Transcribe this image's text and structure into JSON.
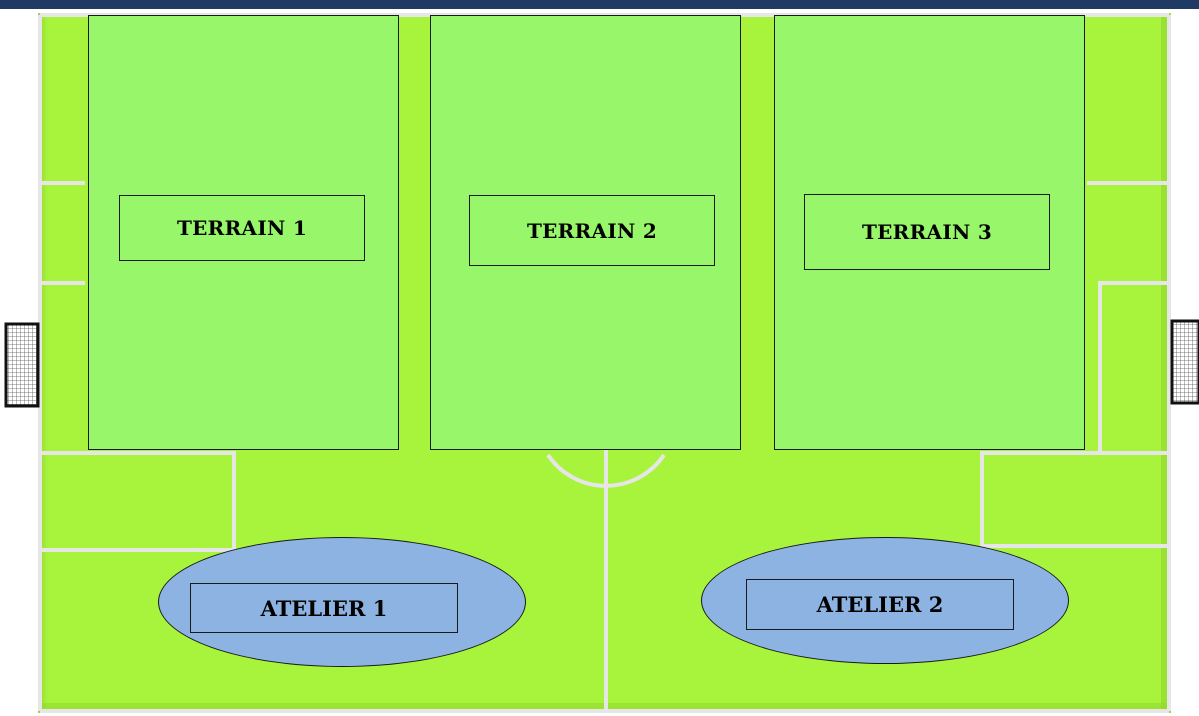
{
  "zones": [
    {
      "label": "TERRAIN 1"
    },
    {
      "label": "TERRAIN 2"
    },
    {
      "label": "TERRAIN 3"
    }
  ],
  "workshops": [
    {
      "label": "ATELIER 1"
    },
    {
      "label": "ATELIER 2"
    }
  ],
  "colors": {
    "pitch": "#a8f43c",
    "pitch_lines": "#e6e6e6",
    "zone_fill": "#98f66a",
    "workshop_fill": "#8db3e2",
    "outline": "#1a1a1a",
    "header_bar": "#1f3a63"
  },
  "icons": [
    "goal-left-icon",
    "goal-right-icon"
  ]
}
